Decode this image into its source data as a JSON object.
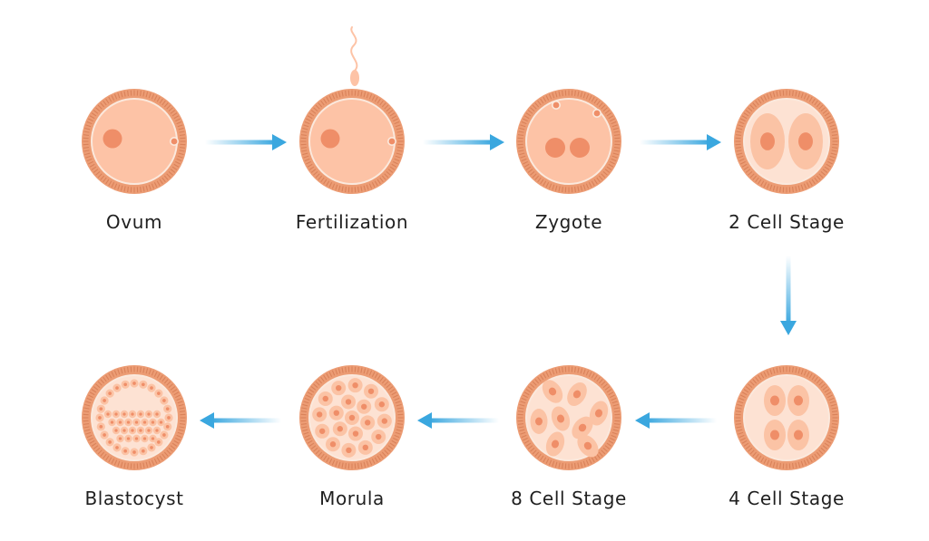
{
  "diagram": {
    "colors": {
      "membrane": "#ec9c74",
      "membrane_dark": "#d9825a",
      "ring": "#fbe9dd",
      "cytoplasm": "#fdc3a6",
      "cytoplasm_light": "#fde2d3",
      "nucleus": "#ef8e68",
      "cell": "#fbc3a5",
      "arrow": "#3aa7df"
    },
    "stages": [
      {
        "id": "ovum",
        "label": "Ovum"
      },
      {
        "id": "fertilization",
        "label": "Fertilization"
      },
      {
        "id": "zygote",
        "label": "Zygote"
      },
      {
        "id": "two-cell",
        "label": "2 Cell Stage"
      },
      {
        "id": "four-cell",
        "label": "4 Cell Stage"
      },
      {
        "id": "eight-cell",
        "label": "8 Cell Stage"
      },
      {
        "id": "morula",
        "label": "Morula"
      },
      {
        "id": "blastocyst",
        "label": "Blastocyst"
      }
    ]
  }
}
